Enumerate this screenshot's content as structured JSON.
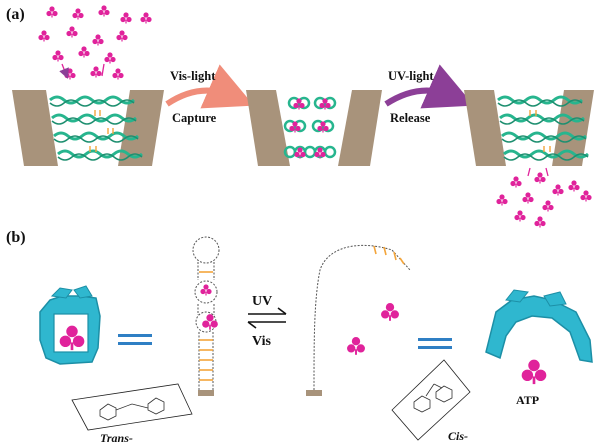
{
  "panel_a": {
    "label": "(a)",
    "arrow1": {
      "top": "Vis-light",
      "bottom": "Capture",
      "color": "#f08d7a"
    },
    "arrow2": {
      "top": "UV-light",
      "bottom": "Release",
      "color": "#8c3f97"
    }
  },
  "panel_b": {
    "label": "(b)",
    "uv": "UV",
    "vis": "Vis",
    "trans": "Trans-",
    "cis": "Cis-",
    "atp": "ATP"
  },
  "colors": {
    "pore": "#a8937b",
    "dna_green": "#27b58e",
    "dna_orange": "#f3a53b",
    "atp": "#e0239b",
    "switch": "#2fb7cf",
    "equals": "#2f7fc4"
  },
  "icons": [
    "atp-molecule-icon",
    "dna-aptamer-icon",
    "nanopore-icon",
    "molecular-switch-icon",
    "azobenzene-structure-icon"
  ]
}
